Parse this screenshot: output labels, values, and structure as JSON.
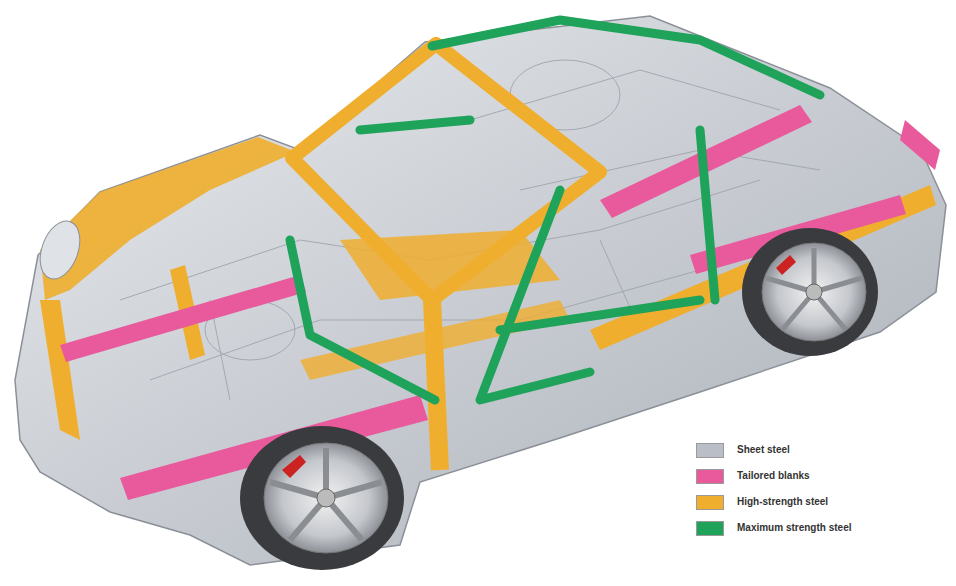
{
  "diagram": {
    "legend": [
      {
        "text": "Sheet steel",
        "color": "#b9bec7"
      },
      {
        "text": "Tailored blanks",
        "color": "#e85a9c"
      },
      {
        "text": "High-strength steel",
        "color": "#f0ae2e"
      },
      {
        "text": "Maximum strength steel",
        "color": "#1fa35a"
      }
    ]
  }
}
